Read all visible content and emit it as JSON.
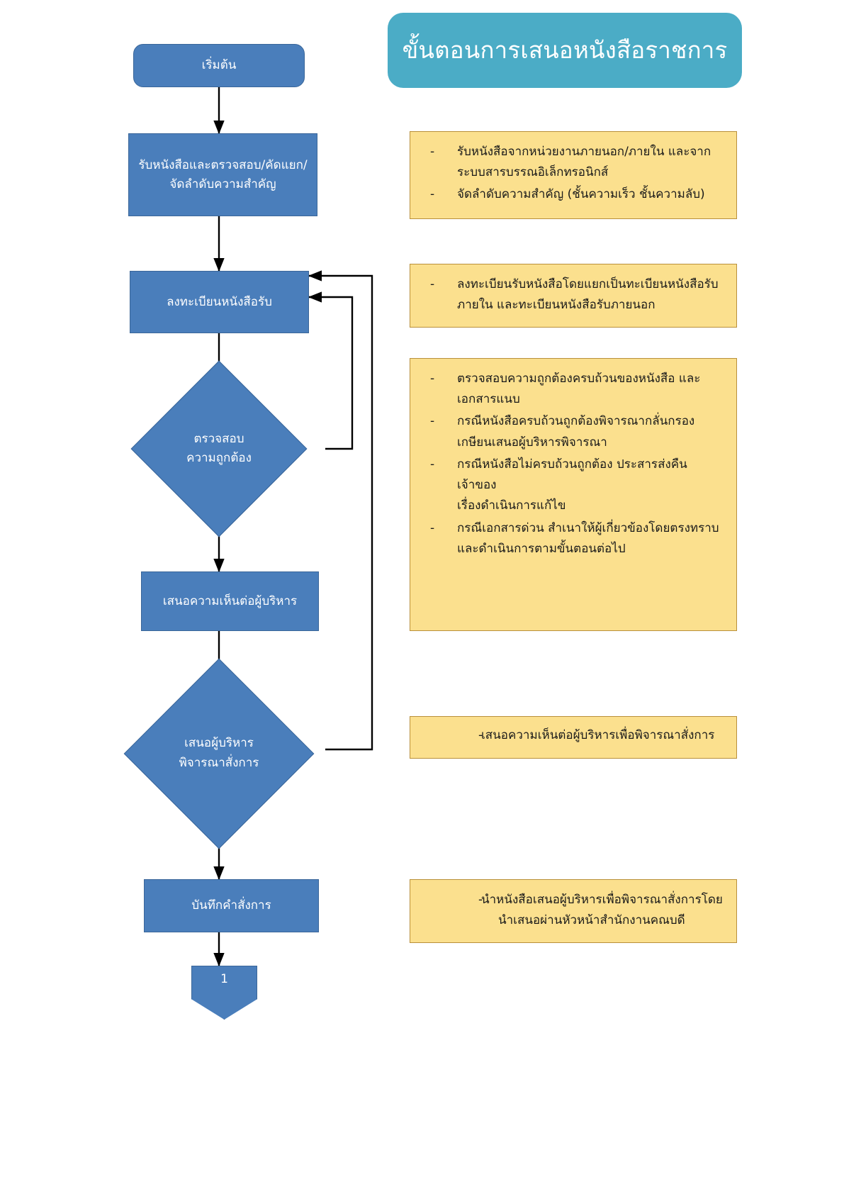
{
  "header": {
    "title": "ขั้นตอนการเสนอหนังสือราชการ",
    "banner_color": "#4BACC6",
    "title_color": "#ffffff"
  },
  "theme": {
    "node_fill": "#4A7EBB",
    "node_border": "#3A6699",
    "node_text": "#ffffff",
    "note_fill": "#FBE08E",
    "note_border": "#B9903B",
    "note_text": "#1a1a1a",
    "arrow_color": "#000000"
  },
  "flowchart": {
    "nodes": [
      {
        "id": "start",
        "type": "terminator",
        "label": "เริ่มต้น"
      },
      {
        "id": "receive",
        "type": "process",
        "label": "รับหนังสือและตรวจสอบ/คัดแยก/จัดลำดับความสำคัญ"
      },
      {
        "id": "register",
        "type": "process",
        "label": "ลงทะเบียนหนังสือรับ"
      },
      {
        "id": "verify",
        "type": "decision",
        "label_line1": "ตรวจสอบ",
        "label_line2": "ความถูกต้อง"
      },
      {
        "id": "opinion",
        "type": "process",
        "label": "เสนอความเห็นต่อผู้บริหาร"
      },
      {
        "id": "submit",
        "type": "decision",
        "label_line1": "เสนอผู้บริหาร",
        "label_line2": "พิจารณาสั่งการ"
      },
      {
        "id": "record",
        "type": "process",
        "label": "บันทึกคำสั่งการ"
      },
      {
        "id": "connector1",
        "type": "offpage",
        "label": "1"
      }
    ]
  },
  "notes": [
    {
      "id": "note-receive",
      "items": [
        {
          "dash": "-",
          "lines": [
            "รับหนังสือจากหน่วยงานภายนอก/ภายใน และจาก",
            "ระบบสารบรรณอิเล็กทรอนิกส์"
          ]
        },
        {
          "dash": "-",
          "lines": [
            "จัดลำดับความสำคัญ (ชั้นความเร็ว ชั้นความลับ)"
          ]
        }
      ]
    },
    {
      "id": "note-register",
      "items": [
        {
          "dash": "-",
          "lines": [
            "ลงทะเบียนรับหนังสือโดยแยกเป็นทะเบียนหนังสือรับ",
            "ภายใน และทะเบียนหนังสือรับภายนอก"
          ]
        }
      ]
    },
    {
      "id": "note-verify",
      "items": [
        {
          "dash": "-",
          "lines": [
            "ตรวจสอบความถูกต้องครบถ้วนของหนังสือ และ",
            "เอกสารแนบ"
          ]
        },
        {
          "dash": "-",
          "lines": [
            "กรณีหนังสือครบถ้วนถูกต้องพิจารณากลั่นกรอง",
            "เกษียนเสนอผู้บริหารพิจารณา"
          ]
        },
        {
          "dash": "-",
          "lines": [
            "กรณีหนังสือไม่ครบถ้วนถูกต้อง ประสารส่งคืนเจ้าของ",
            "เรื่องดำเนินการแก้ไข"
          ]
        },
        {
          "dash": "-",
          "lines": [
            "กรณีเอกสารด่วน สำเนาให้ผู้เกี่ยวข้องโดยตรงทราบ",
            "และดำเนินการตามขั้นตอนต่อไป"
          ]
        }
      ]
    },
    {
      "id": "note-submit",
      "items": [
        {
          "dash": "-",
          "lines": [
            "เสนอความเห็นต่อผู้บริหารเพื่อพิจารณาสั่งการ"
          ]
        }
      ]
    },
    {
      "id": "note-record",
      "items": [
        {
          "dash": "-",
          "lines": [
            "นำหนังสือเสนอผู้บริหารเพื่อพิจารณาสั่งการโดย",
            "นำเสนอผ่านหัวหน้าสำนักงานคณบดี"
          ]
        }
      ]
    }
  ]
}
